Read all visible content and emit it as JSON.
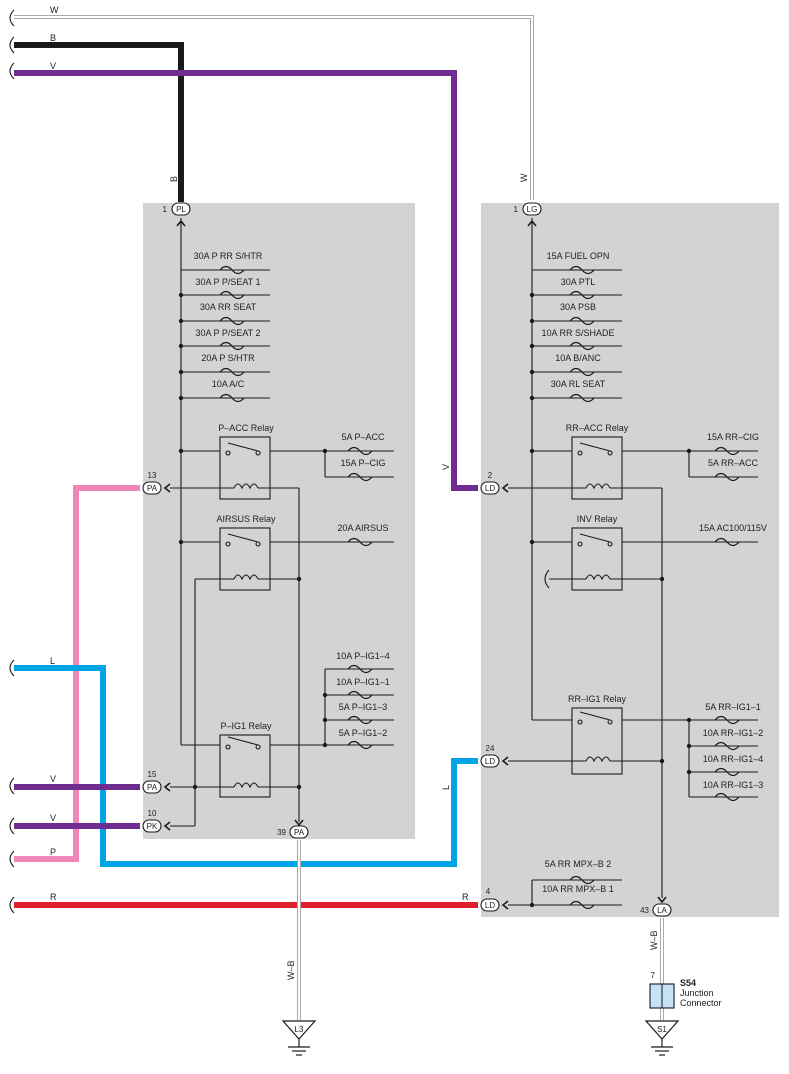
{
  "wires": {
    "w": "W",
    "b": "B",
    "v": "V",
    "l": "L",
    "p": "P",
    "r": "R",
    "wb": "W–B"
  },
  "colors": {
    "box": "#d2d3d5",
    "black": "#1a1a1a",
    "purple": "#6f2c91",
    "pink": "#ef86b8",
    "blue": "#00a4e4",
    "red": "#e31e2d",
    "connector": "#c6e3f6"
  },
  "left_block": {
    "top_pin": {
      "num": "1",
      "code": "PL"
    },
    "fuses": [
      "30A P RR S/HTR",
      "30A P P/SEAT 1",
      "30A RR SEAT",
      "30A P P/SEAT 2",
      "20A P S/HTR",
      "10A A/C"
    ],
    "relays": {
      "acc": "P–ACC Relay",
      "airsus": "AIRSUS Relay",
      "ig1": "P–IG1 Relay"
    },
    "acc_fuses": [
      "5A P–ACC",
      "15A P–CIG"
    ],
    "airsus_fuse": "20A AIRSUS",
    "ig1_fuses": [
      "10A P–IG1–4",
      "10A P–IG1–1",
      "5A P–IG1–3",
      "5A P–IG1–2"
    ],
    "pins": [
      {
        "num": "13",
        "code": "PA"
      },
      {
        "num": "15",
        "code": "PA"
      },
      {
        "num": "10",
        "code": "PK"
      },
      {
        "num": "39",
        "code": "PA"
      }
    ]
  },
  "right_block": {
    "top_pin": {
      "num": "1",
      "code": "LG"
    },
    "fuses": [
      "15A FUEL OPN",
      "30A PTL",
      "30A PSB",
      "10A RR S/SHADE",
      "10A B/ANC",
      "30A RL SEAT"
    ],
    "relays": {
      "acc": "RR–ACC Relay",
      "inv": "INV Relay",
      "ig1": "RR–IG1 Relay"
    },
    "acc_fuses": [
      "15A RR–CIG",
      "5A RR–ACC"
    ],
    "inv_fuse": "15A AC100/115V",
    "ig1_fuses": [
      "5A RR–IG1–1",
      "10A RR–IG1–2",
      "10A RR–IG1–4",
      "10A RR–IG1–3"
    ],
    "mpx_fuses": [
      "5A RR MPX–B 2",
      "10A RR MPX–B 1"
    ],
    "pins": [
      {
        "num": "2",
        "code": "LD"
      },
      {
        "num": "24",
        "code": "LD"
      },
      {
        "num": "4",
        "code": "LD"
      },
      {
        "num": "43",
        "code": "LA"
      }
    ]
  },
  "connector": {
    "id": "S54",
    "line1": "Junction",
    "line2": "Connector",
    "pin": "7"
  },
  "grounds": {
    "left": "L3",
    "right": "S1"
  }
}
